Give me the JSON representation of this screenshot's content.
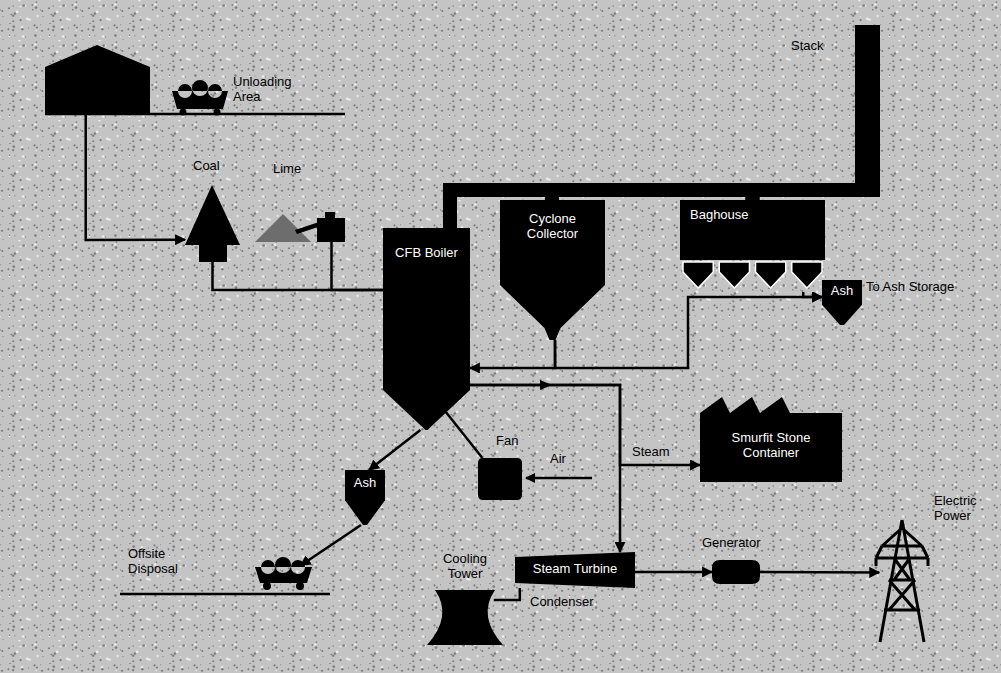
{
  "diagram": {
    "nodes": [
      {
        "text": [
          "Unloading Area"
        ]
      },
      {
        "text": [
          "Coal"
        ]
      },
      {
        "text": [
          "Lime"
        ]
      },
      {
        "text": [
          "CFB Boiler"
        ]
      },
      {
        "text": [
          "Cyclone Collector"
        ]
      },
      {
        "text": [
          "Baghouse"
        ]
      },
      {
        "text": [
          "Stack"
        ]
      },
      {
        "text": [
          "Ash"
        ]
      },
      {
        "text": [
          "Fan"
        ]
      },
      {
        "text": [
          "Smurfit Stone Container"
        ]
      },
      {
        "text": [
          "Ash"
        ]
      },
      {
        "text": [
          "Offsite Disposal"
        ]
      },
      {
        "text": [
          "Cooling Tower"
        ]
      },
      {
        "text": [
          "Steam Turbine"
        ]
      },
      {
        "text": [
          "Generator"
        ]
      },
      {
        "text": [
          "Electric Power"
        ]
      }
    ],
    "edges": [
      {
        "from": 0,
        "to": 1,
        "arrow": "to"
      },
      {
        "from": 1,
        "to": 3,
        "arrow": "none"
      },
      {
        "from": 2,
        "to": 3,
        "arrow": "none"
      },
      {
        "from": 3,
        "to": 4,
        "arrow": "none"
      },
      {
        "from": 4,
        "to": 5,
        "arrow": "none"
      },
      {
        "from": 5,
        "to": 6,
        "arrow": "none"
      },
      {
        "from": 4,
        "to": 3,
        "arrow": "to"
      },
      {
        "from": 4,
        "to": 7,
        "arrow": "to"
      },
      {
        "from": 5,
        "to": 7,
        "arrow": "to"
      },
      {
        "from": 8,
        "to": 3,
        "arrow": "none"
      },
      {
        "from": 3,
        "to": 9,
        "label": "Steam",
        "arrow": "to"
      },
      {
        "from": 3,
        "to": 13,
        "arrow": "to"
      },
      {
        "from": 3,
        "to": 10,
        "arrow": "to"
      },
      {
        "from": 10,
        "to": 11,
        "arrow": "to"
      },
      {
        "from": 13,
        "to": 12,
        "arrow": "none"
      },
      {
        "from": 13,
        "to": 14,
        "arrow": "to"
      },
      {
        "from": 14,
        "to": 15,
        "arrow": "to"
      }
    ],
    "labels": [
      "To Ash Storage",
      "Air",
      "Condenser"
    ]
  }
}
